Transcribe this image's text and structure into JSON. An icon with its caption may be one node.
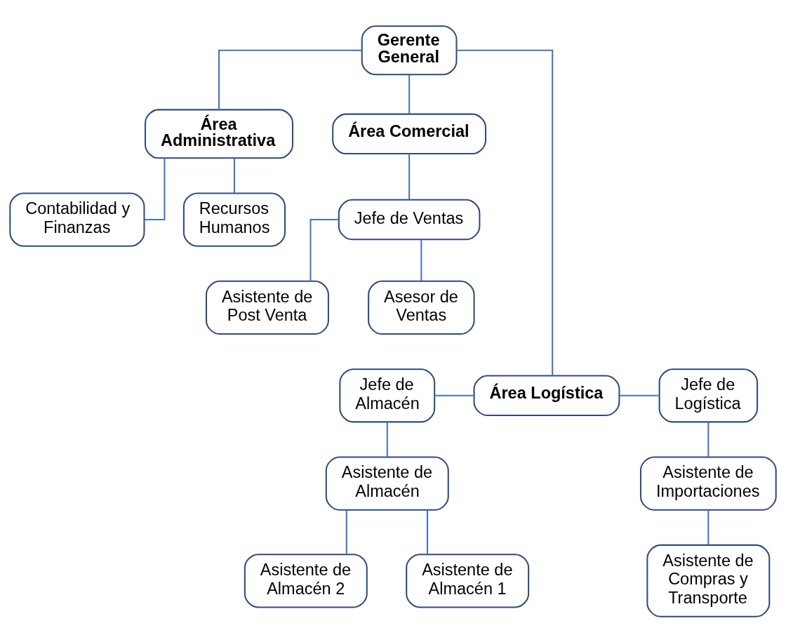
{
  "diagram": {
    "nodes": [
      {
        "text": [
          "Gerente General"
        ]
      },
      {
        "text": [
          "Área Administrativa"
        ]
      },
      {
        "text": [
          "Área Comercial"
        ]
      },
      {
        "text": [
          "Contabilidad y Finanzas"
        ]
      },
      {
        "text": [
          "Recursos Humanos"
        ]
      },
      {
        "text": [
          "Jefe de Ventas"
        ]
      },
      {
        "text": [
          "Asesor de Ventas"
        ]
      },
      {
        "text": [
          "Asistente de Post Venta"
        ]
      },
      {
        "text": [
          "Jefe de Almacén"
        ]
      },
      {
        "text": [
          "Área Logística"
        ]
      },
      {
        "text": [
          "Jefe de Logística"
        ]
      },
      {
        "text": [
          "Asistente de Almacén"
        ]
      },
      {
        "text": [
          "Asistente de Importaciones"
        ]
      },
      {
        "text": [
          "Asistente de Almacén 2"
        ]
      },
      {
        "text": [
          "Asistente de Almacén 1"
        ]
      },
      {
        "text": [
          "Asistente de Compras y Transporte"
        ]
      }
    ],
    "edges": [
      {
        "from": 0,
        "to": 1,
        "arrow": "none"
      },
      {
        "from": 0,
        "to": 2,
        "arrow": "none"
      },
      {
        "from": 0,
        "to": 9,
        "arrow": "none"
      },
      {
        "from": 1,
        "to": 3,
        "arrow": "none"
      },
      {
        "from": 1,
        "to": 4,
        "arrow": "none"
      },
      {
        "from": 2,
        "to": 5,
        "arrow": "none"
      },
      {
        "from": 5,
        "to": 6,
        "arrow": "none"
      },
      {
        "from": 5,
        "to": 7,
        "arrow": "none"
      },
      {
        "from": 9,
        "to": 8,
        "arrow": "none"
      },
      {
        "from": 9,
        "to": 10,
        "arrow": "none"
      },
      {
        "from": 8,
        "to": 11,
        "arrow": "none"
      },
      {
        "from": 11,
        "to": 13,
        "arrow": "none"
      },
      {
        "from": 11,
        "to": 14,
        "arrow": "none"
      },
      {
        "from": 10,
        "to": 12,
        "arrow": "none"
      },
      {
        "from": 12,
        "to": 15,
        "arrow": "none"
      }
    ]
  }
}
